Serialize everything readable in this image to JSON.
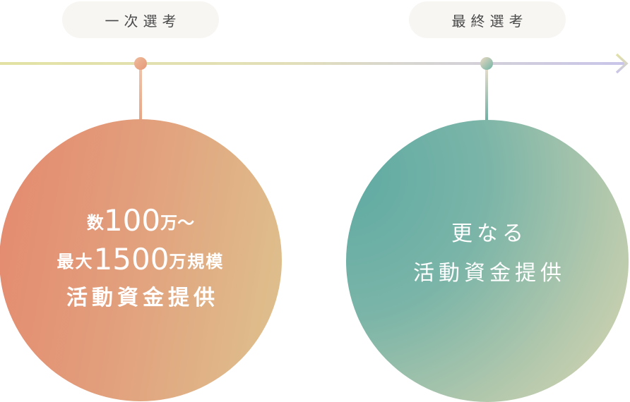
{
  "stages": [
    {
      "label": "一次選考",
      "circle": {
        "line1_prefix": "数",
        "line1_number": "100",
        "line1_suffix": "万～",
        "line2_prefix": "最大",
        "line2_number": "1500",
        "line2_suffix": "万規模",
        "line3": "活動資金提供"
      },
      "colors": {
        "dot": "#e9a98a",
        "gradient_start": "#e4896e",
        "gradient_end": "#dec28e"
      }
    },
    {
      "label": "最終選考",
      "circle": {
        "line1": "更なる",
        "line2": "活動資金提供"
      },
      "colors": {
        "dot": "#9ec8b4",
        "gradient_start": "#5eaaa3",
        "gradient_end": "#d9d6b0"
      }
    }
  ],
  "timeline": {
    "direction": "right",
    "color_start": "#e3e2a4",
    "color_end": "#c9c5ea"
  }
}
